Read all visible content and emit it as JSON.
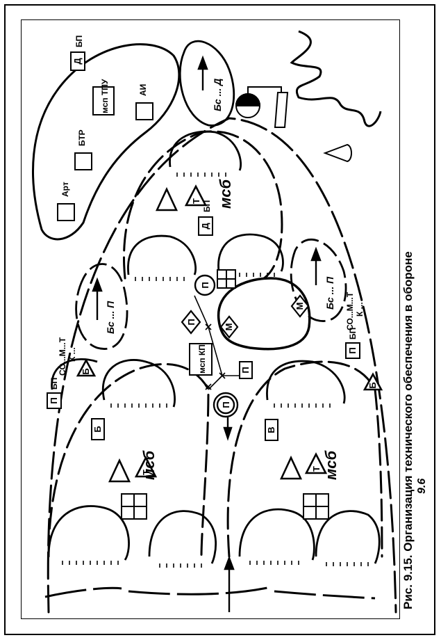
{
  "caption": "Рис. 9.15. Организация технического обеспечения в обороне",
  "handwritten_note": "9.6",
  "units": {
    "msb": "мсб",
    "bp": "БП",
    "d": "Д",
    "p": "П",
    "t": "Т",
    "b": "Б",
    "v": "В",
    "art": "Арт",
    "btr": "БТР",
    "ai": "АИ",
    "msp_tpu": "мсп ТПУ",
    "msp_kp": "мсп КП",
    "bs_p": "Бс ... П",
    "bs_d": "Бс ... Д",
    "ma": "М",
    "so_mt": "СО...М...Т",
    "k": "К ..."
  }
}
